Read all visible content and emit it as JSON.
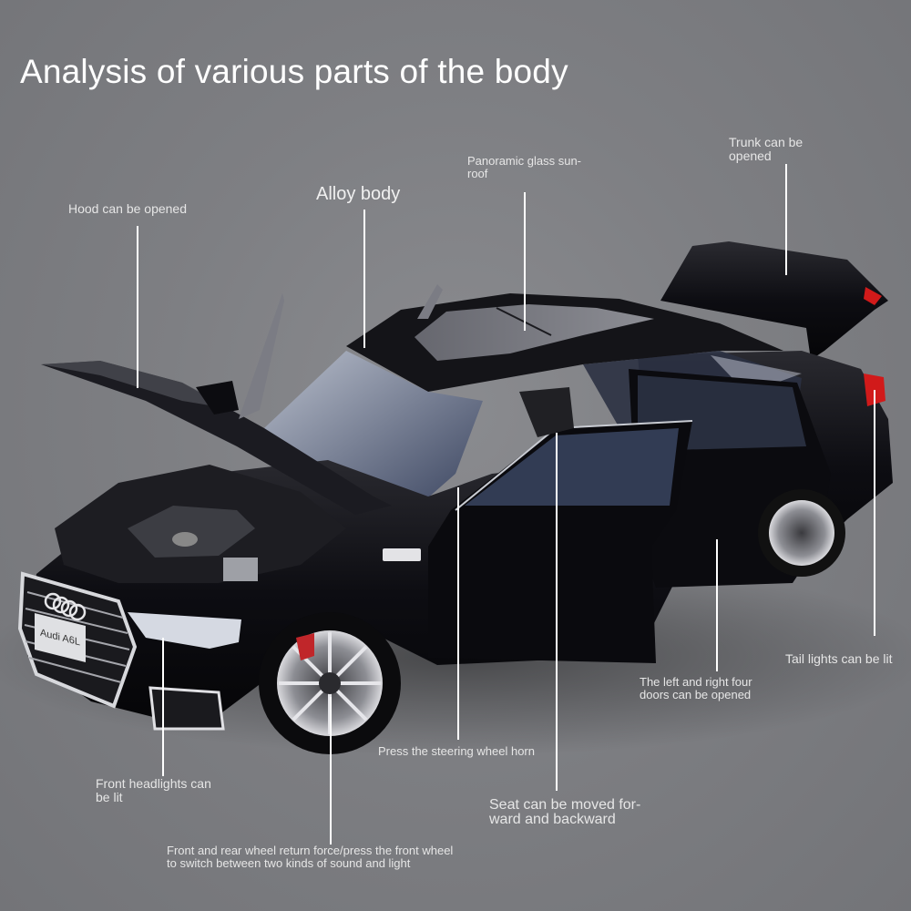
{
  "title": "Analysis of various parts of the body",
  "callouts": {
    "hood": "Hood can be opened",
    "alloy": "Alloy body",
    "sunroof_1": "Panoramic glass sun-",
    "sunroof_2": "roof",
    "trunk_1": "Trunk can be",
    "trunk_2": "opened",
    "tail": "Tail lights can be lit",
    "doors_1": "The left and right four",
    "doors_2": "doors can be opened",
    "horn": "Press the steering wheel horn",
    "headlights_1": "Front headlights can",
    "headlights_2": "be lit",
    "seat_1": "Seat can be moved for-",
    "seat_2": "ward and backward",
    "wheel_1": "Front and rear wheel return force/press the front wheel",
    "wheel_2": "to switch between two kinds of sound and light"
  },
  "product": {
    "plate_text": "Audi A6L",
    "body_color": "#0c0c10",
    "background_color": "#808185",
    "taillight_color": "#d11a1a",
    "caliper_color": "#c0262a"
  }
}
